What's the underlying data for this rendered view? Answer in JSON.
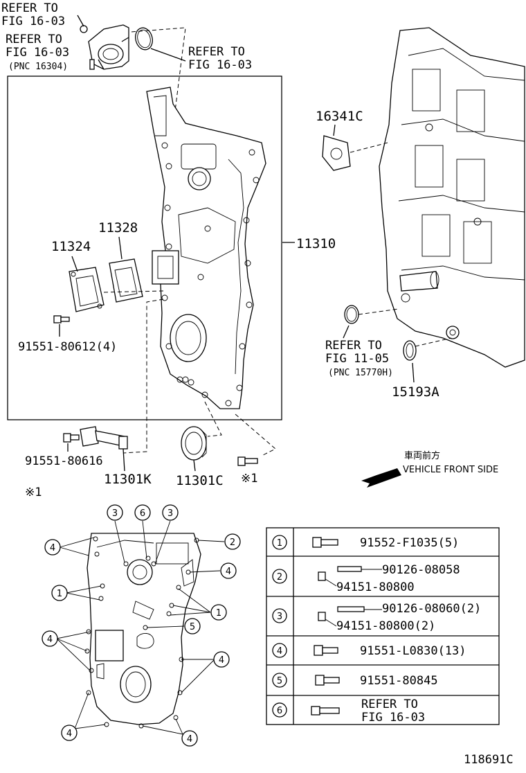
{
  "refs": {
    "top1_line1": "REFER TO",
    "top1_line2": "FIG 16-03",
    "top2_line1": "REFER TO",
    "top2_line2": "FIG 16-03",
    "top2_pnc": "(PNC 16304)",
    "top3_line1": "REFER TO",
    "top3_line2": "FIG 16-03",
    "mid_line1": "REFER TO",
    "mid_line2": "FIG 11-05",
    "mid_pnc": "(PNC 15770H)"
  },
  "parts": {
    "p16341C": "16341C",
    "p11328": "11328",
    "p11324": "11324",
    "p11310": "11310",
    "p91551_80612": "91551-80612(4)",
    "p15193A": "15193A",
    "p91551_80616": "91551-80616",
    "p11301K": "11301K",
    "p11301C": "11301C",
    "note_mark1": "※1",
    "note_mark2": "※1"
  },
  "direction": {
    "japanese": "車両前方",
    "english": "VEHICLE FRONT SIDE"
  },
  "legend": [
    {
      "num": "1",
      "lines": [
        "91552-F1035(5)"
      ]
    },
    {
      "num": "2",
      "lines": [
        "90126-08058",
        "94151-80800"
      ]
    },
    {
      "num": "3",
      "lines": [
        "90126-08060(2)",
        "94151-80800(2)"
      ]
    },
    {
      "num": "4",
      "lines": [
        "91551-L0830(13)"
      ]
    },
    {
      "num": "5",
      "lines": [
        "91551-80845"
      ]
    },
    {
      "num": "6",
      "lines": [
        "REFER TO",
        "FIG 16-03"
      ]
    }
  ],
  "callouts": [
    "1",
    "2",
    "3",
    "4",
    "5",
    "6"
  ],
  "figure_id": "118691C"
}
